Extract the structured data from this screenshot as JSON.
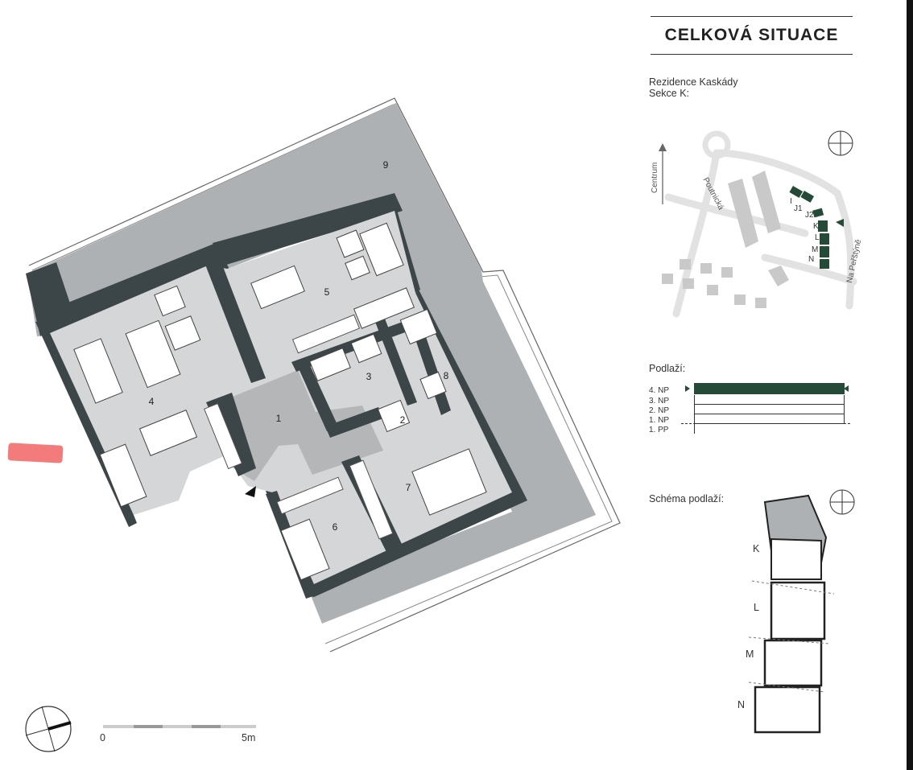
{
  "header": {
    "title": "CELKOVÁ SITUACE"
  },
  "situation": {
    "line1": "Rezidence Kaskády",
    "line2": "Sekce K:",
    "centrum": "Centrum",
    "street1": "Poutnická",
    "street2": "Na Peřštýně",
    "blocks": [
      "I",
      "J1",
      "J2",
      "K",
      "L",
      "M",
      "N"
    ]
  },
  "floors": {
    "label": "Podlaží:",
    "items": [
      "4. NP",
      "3. NP",
      "2. NP",
      "1. NP",
      "1. PP"
    ],
    "selected": "4. NP"
  },
  "schema": {
    "label": "Schéma podlaží:",
    "sections": [
      "K",
      "L",
      "M",
      "N"
    ]
  },
  "plan": {
    "rooms": [
      "1",
      "2",
      "3",
      "4",
      "5",
      "6",
      "7",
      "8",
      "9"
    ]
  },
  "scale": {
    "start": "0",
    "end": "5m"
  },
  "colors": {
    "accent": "#254a37",
    "wall": "#3c4649",
    "floor": "#d5d6d7",
    "terrace": "#aeb1b3"
  }
}
